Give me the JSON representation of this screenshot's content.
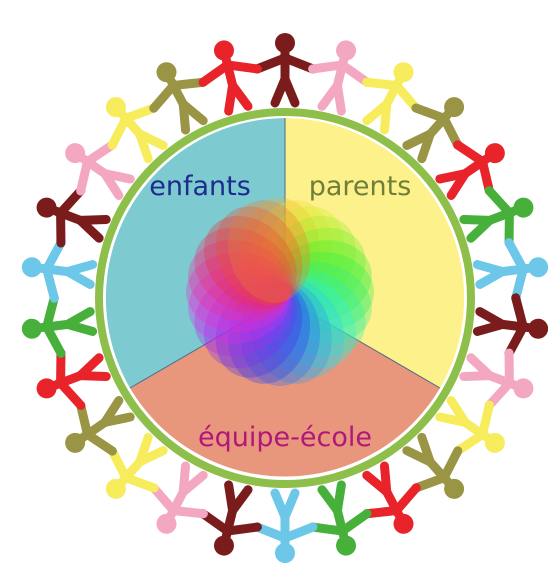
{
  "segments": [
    {
      "label": "enfants",
      "fill": "#7dcbd1",
      "text_color": "#1f2b8c"
    },
    {
      "label": "parents",
      "fill": "#fdf18c",
      "text_color": "#6f7f3a"
    },
    {
      "label": "équipe-école",
      "fill": "#e9977c",
      "text_color": "#b0177a"
    }
  ],
  "ring_color": "#8dbf4a",
  "people_colors": [
    "#7a1c1c",
    "#f4a7c0",
    "#f7ec5c",
    "#9a9445",
    "#e8232a",
    "#46b03a",
    "#6cc7e8"
  ],
  "center_icon": "color-wheel-icon"
}
